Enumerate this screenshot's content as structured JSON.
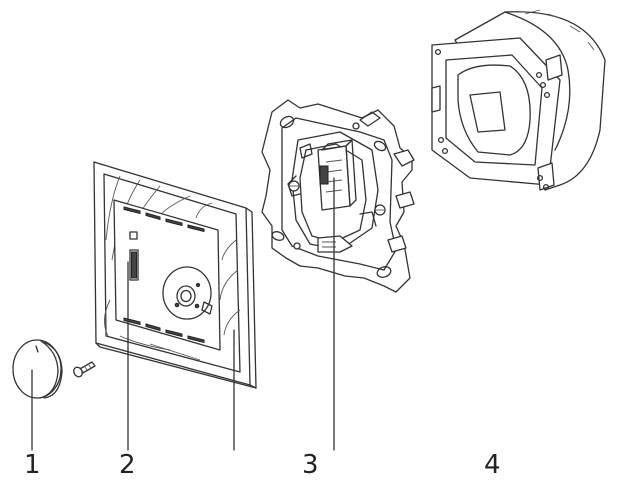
{
  "callouts": [
    {
      "id": "1",
      "text": "1"
    },
    {
      "id": "2",
      "text": "2"
    },
    {
      "id": "3",
      "text": "3"
    },
    {
      "id": "4",
      "text": "4"
    }
  ],
  "parts": [
    {
      "callout": "1",
      "icon": "cover-knob-icon"
    },
    {
      "callout": "2",
      "icon": "faceplate-frame-icon"
    },
    {
      "callout": "3",
      "icon": "switch-insert-icon"
    },
    {
      "callout": "4",
      "icon": "wall-box-icon"
    }
  ],
  "colors": {
    "line": "#333333",
    "background": "#ffffff"
  }
}
